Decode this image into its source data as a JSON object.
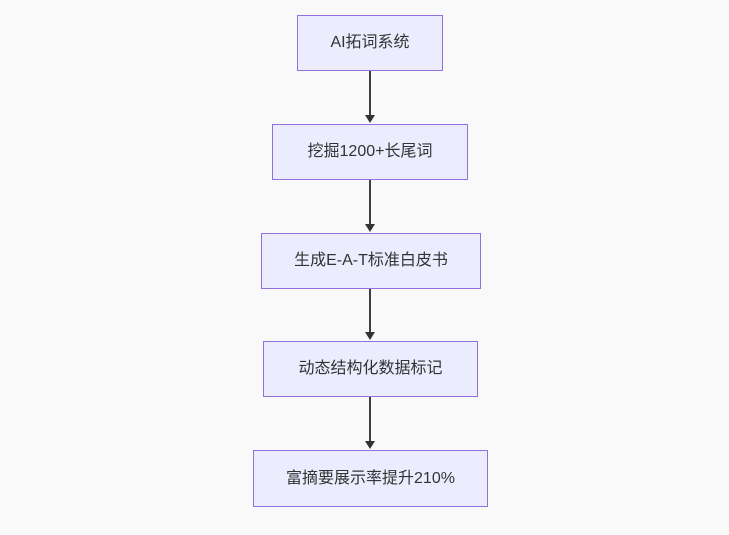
{
  "flowchart": {
    "type": "flowchart-vertical",
    "nodes": [
      {
        "label": "AI拓词系统"
      },
      {
        "label": "挖掘1200+长尾词"
      },
      {
        "label": "生成E-A-T标准白皮书"
      },
      {
        "label": "动态结构化数据标记"
      },
      {
        "label": "富摘要展示率提升210%"
      }
    ],
    "edges": [
      {
        "from": 0,
        "to": 1,
        "direction": "down"
      },
      {
        "from": 1,
        "to": 2,
        "direction": "down"
      },
      {
        "from": 2,
        "to": 3,
        "direction": "down"
      },
      {
        "from": 3,
        "to": 4,
        "direction": "down"
      }
    ],
    "colors": {
      "node_fill": "#ECECFF",
      "node_border": "#9370DB",
      "node_text": "#333333",
      "arrow": "#333333",
      "background": "#f9f9f9"
    }
  }
}
